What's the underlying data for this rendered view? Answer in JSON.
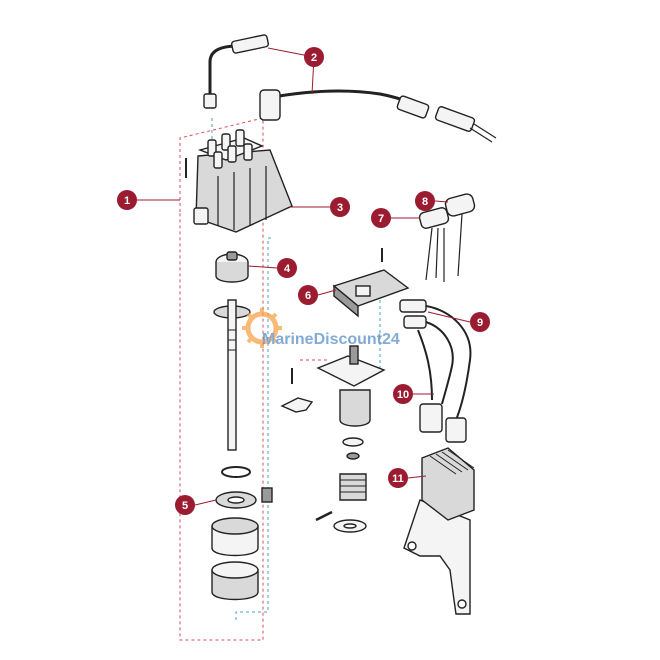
{
  "diagram": {
    "colors": {
      "callout": "#9b1b30",
      "line": "#222222",
      "red_dash": "#d94b5a",
      "blue_dash": "#4aa3c8",
      "fill_light": "#f4f4f4",
      "fill_mid": "#d9d9d9",
      "fill_dark": "#9a9a9a",
      "watermark_gear": "#f7a24a",
      "watermark_text": "#5b8fc7"
    },
    "callouts": [
      {
        "num": "1",
        "part": "distributor-assembly"
      },
      {
        "num": "2",
        "part": "spark-plug-wire"
      },
      {
        "num": "3",
        "part": "distributor-cap"
      },
      {
        "num": "4",
        "part": "rotor"
      },
      {
        "num": "5",
        "part": "bearing-seal"
      },
      {
        "num": "6",
        "part": "ignition-module"
      },
      {
        "num": "7",
        "part": "connector-small"
      },
      {
        "num": "8",
        "part": "connector-large"
      },
      {
        "num": "9",
        "part": "wiring-harness"
      },
      {
        "num": "10",
        "part": "harness-connector"
      },
      {
        "num": "11",
        "part": "control-module"
      }
    ]
  },
  "watermark": {
    "text": "MarineDiscount24",
    "icon": "gear-icon"
  }
}
